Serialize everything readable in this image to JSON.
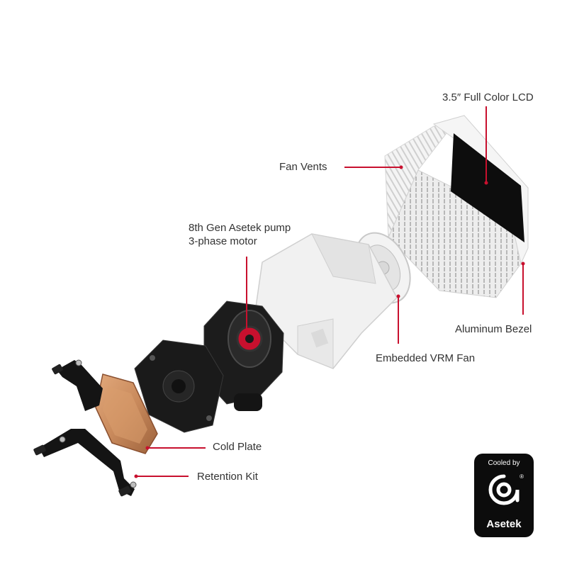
{
  "callouts": {
    "lcd": "3.5″ Full Color LCD",
    "fan_vents": "Fan Vents",
    "pump_line1": "8th Gen Asetek pump",
    "pump_line2": "3-phase motor",
    "bezel": "Aluminum Bezel",
    "vrm_fan": "Embedded VRM Fan",
    "cold_plate": "Cold Plate",
    "retention": "Retention Kit"
  },
  "badge": {
    "top_text": "Cooled by",
    "brand": "Asetek",
    "reg": "®"
  },
  "colors": {
    "leader_line": "#c8102e",
    "copper": "#c98a5c",
    "body_white": "#f2f2f2",
    "body_black": "#1c1c1c",
    "badge_bg": "#0c0c0c"
  }
}
